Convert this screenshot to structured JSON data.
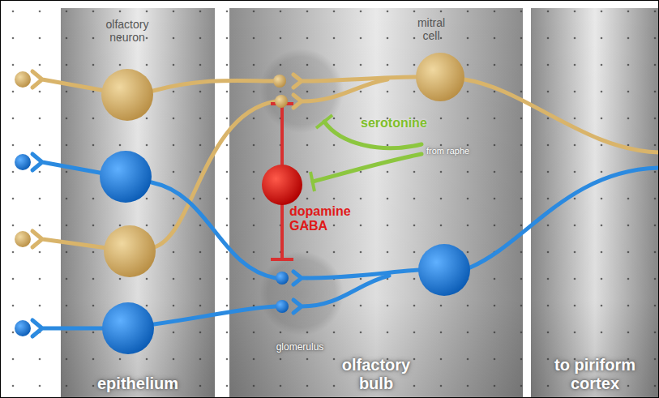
{
  "diagram": {
    "nodes": [
      {
        "text": [
          "epithelium"
        ]
      },
      {
        "text": [
          "olfactory neuron"
        ],
        "in": 0
      },
      {
        "text": [
          "olfactory bulb"
        ]
      },
      {
        "text": [
          "glomerulus"
        ],
        "in": 2
      },
      {
        "text": [
          "mitral cell"
        ],
        "in": 2
      },
      {
        "text": [
          "dopamine GABA"
        ],
        "in": 2
      },
      {
        "text": [
          "to piriform cortex"
        ]
      }
    ],
    "labels": [
      "serotonine",
      "from raphe"
    ]
  }
}
